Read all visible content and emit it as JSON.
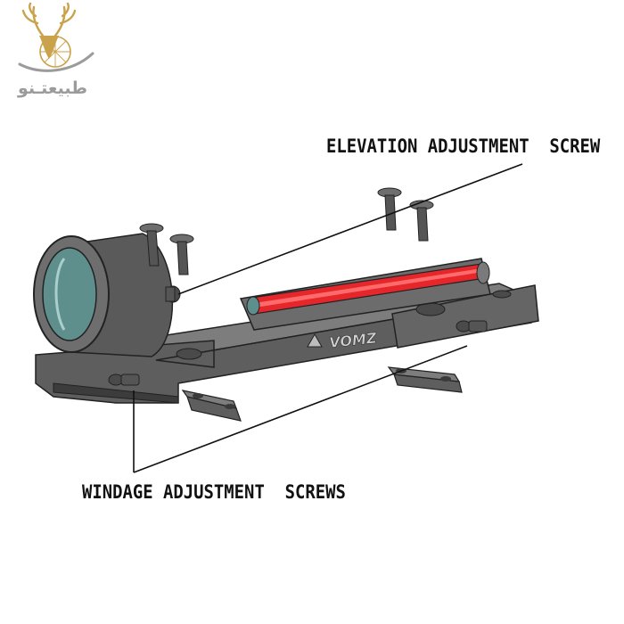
{
  "brand": {
    "text": "طبیعتـنو",
    "colors": {
      "gold": "#c9a24b",
      "grey": "#9b9b9b"
    },
    "icon": "deer-antler-logo"
  },
  "callouts": {
    "elevation": "ELEVATION ADJUSTMENT  SCREW",
    "windage": "WINDAGE ADJUSTMENT  SCREWS"
  },
  "device": {
    "marking": "VOMZ",
    "colors": {
      "body": "#6a6a6a",
      "body_light": "#8a8a8a",
      "body_dark": "#3c3c3c",
      "lens": "#5f8f8d",
      "fiber": "#e5262b",
      "fiber_glow": "#ff6a6a"
    }
  }
}
